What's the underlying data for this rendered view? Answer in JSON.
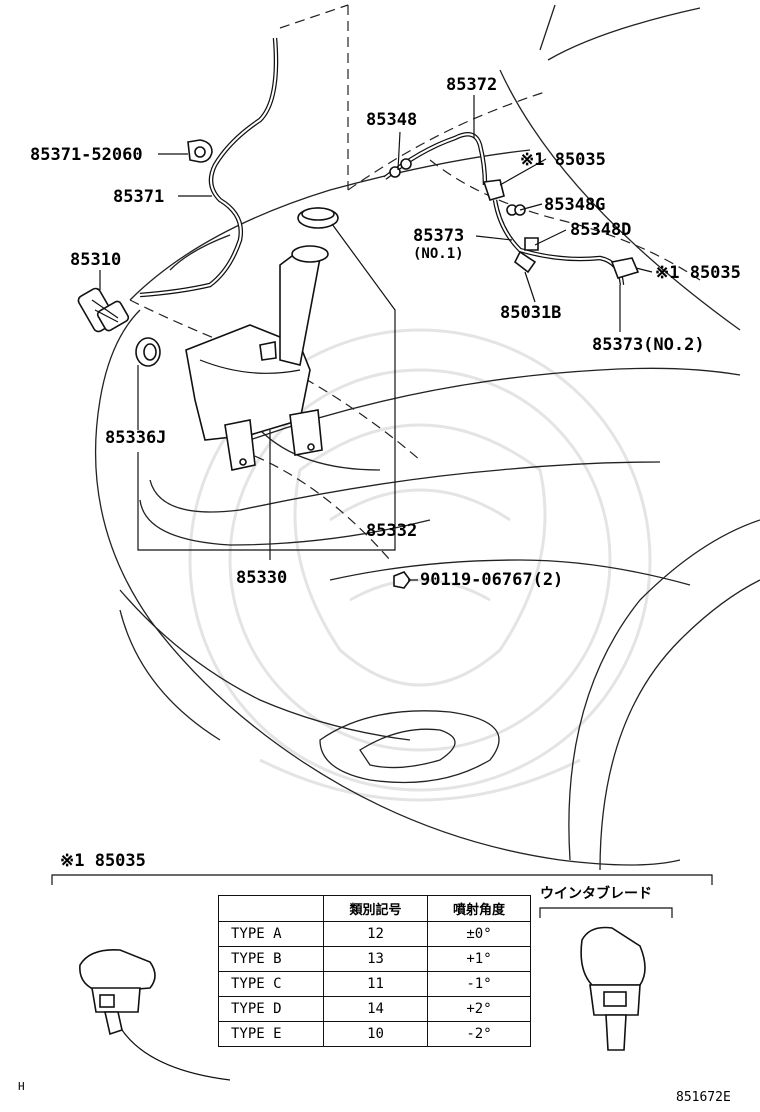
{
  "labels": {
    "p85371_52060": "85371-52060",
    "p85371": "85371",
    "p85310": "85310",
    "p85348": "85348",
    "p85372": "85372",
    "p85035_top": "※1 85035",
    "p85348g": "85348G",
    "p85373_no1": "85373",
    "p85373_no1_sub": "(NO.1)",
    "p85348d": "85348D",
    "p85035_right": "※1 85035",
    "p85031b": "85031B",
    "p85373_no2": "85373(NO.2)",
    "p85336j": "85336J",
    "p85332": "85332",
    "p85330": "85330",
    "p90119": "90119-06767(2)"
  },
  "detail": {
    "title": "※1 85035",
    "winter_blade": "ウインタブレード",
    "table": {
      "headers": [
        "",
        "類別記号",
        "噴射角度"
      ],
      "rows": [
        [
          "TYPE A",
          "12",
          "±0°"
        ],
        [
          "TYPE B",
          "13",
          "+1°"
        ],
        [
          "TYPE C",
          "11",
          "-1°"
        ],
        [
          "TYPE D",
          "14",
          "+2°"
        ],
        [
          "TYPE E",
          "10",
          "-2°"
        ]
      ]
    }
  },
  "footer": {
    "left_mark": "H",
    "drawing_number": "851672E"
  }
}
